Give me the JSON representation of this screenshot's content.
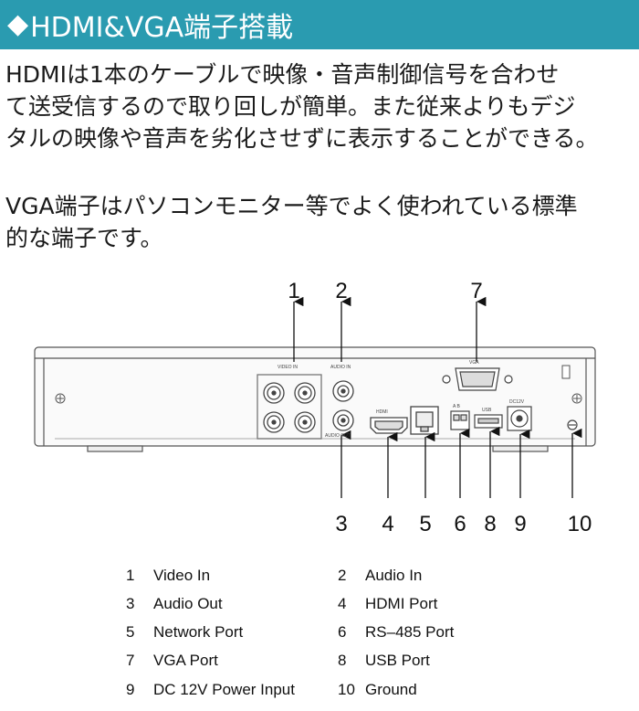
{
  "banner": {
    "symbol": "◆",
    "title": "HDMI&VGA端子搭載",
    "color": "#2a9bb0"
  },
  "paragraph1": [
    "HDMIは1本のケーブルで映像・音声制御信号を合わせ",
    "て送受信するので取り回しが簡単。また従来よりもデジ",
    "タルの映像や音声を劣化させずに表示することができる。"
  ],
  "paragraph2": [
    "VGA端子はパソコンモニター等でよく使われている標準",
    "的な端子です。"
  ],
  "panel_labels": {
    "video_in": "VIDEO IN",
    "audio_in": "AUDIO IN",
    "audio_out": "AUDIO OUT",
    "hdmi": "HDMI",
    "vga": "VGA",
    "rs485": "A B",
    "usb": "USB",
    "dc": "DC12V"
  },
  "callouts": {
    "top": [
      "1",
      "2",
      "7"
    ],
    "bottom": [
      "3",
      "4",
      "5",
      "6",
      "8",
      "9",
      "10"
    ]
  },
  "legend": [
    {
      "num": "1",
      "label": "Video In"
    },
    {
      "num": "2",
      "label": "Audio In"
    },
    {
      "num": "3",
      "label": "Audio Out"
    },
    {
      "num": "4",
      "label": "HDMI Port"
    },
    {
      "num": "5",
      "label": "Network Port"
    },
    {
      "num": "6",
      "label": "RS–485 Port"
    },
    {
      "num": "7",
      "label": "VGA Port"
    },
    {
      "num": "8",
      "label": "USB Port"
    },
    {
      "num": "9",
      "label": "DC 12V Power Input"
    },
    {
      "num": "10",
      "label": "Ground"
    }
  ]
}
